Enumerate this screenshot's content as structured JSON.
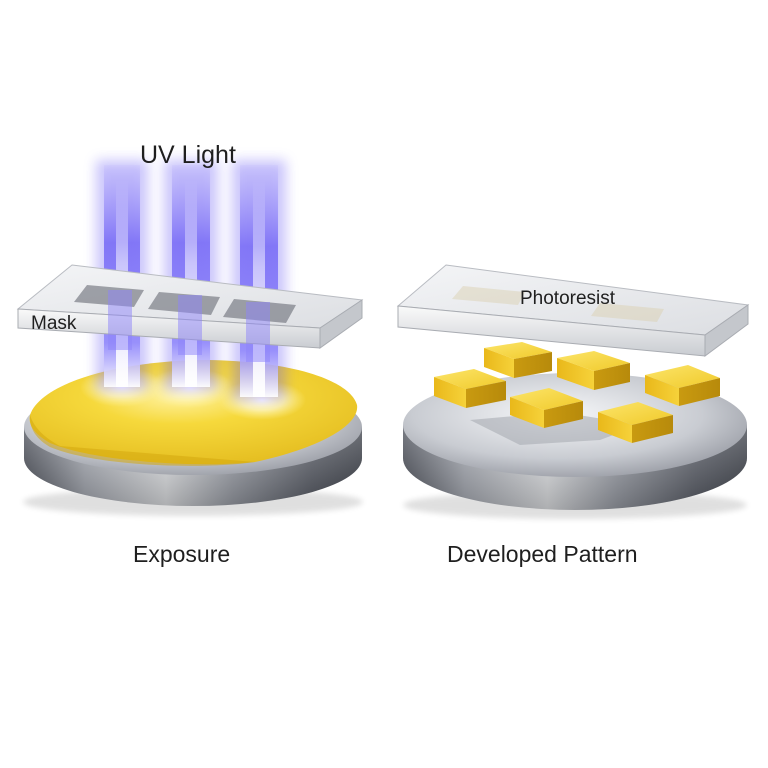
{
  "labels": {
    "uv_light": "UV Light",
    "mask": "Mask",
    "photoresist": "Photoresist",
    "exposure": "Exposure",
    "developed_pattern": "Developed Pattern"
  },
  "colors": {
    "uv_beam": "#6a5cf5",
    "photoresist_yellow": "#f3cf2a",
    "wafer_metal": "#8a8d96",
    "mask_glass": "#e9eaed"
  },
  "scene": {
    "uv_beam_count": 3,
    "mask_window_count": 3,
    "developed_block_count": 6
  }
}
